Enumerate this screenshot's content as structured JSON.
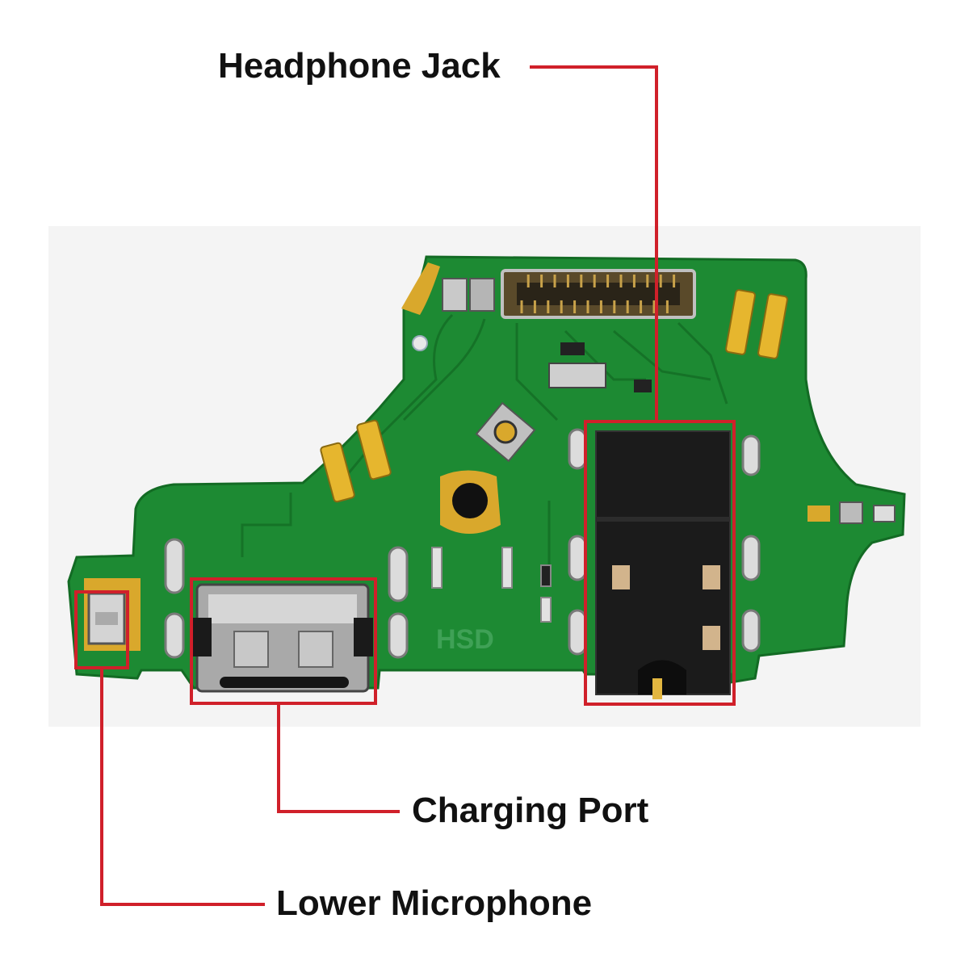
{
  "callouts": {
    "headphone_jack": "Headphone Jack",
    "charging_port": "Charging Port",
    "lower_microphone": "Lower Microphone"
  },
  "board_marking": "HSD",
  "colors": {
    "callout": "#d0202a",
    "pcb": "#1d8a33",
    "pcb_dark": "#136b24",
    "gold": "#d9a82c",
    "label_text": "#111111"
  }
}
